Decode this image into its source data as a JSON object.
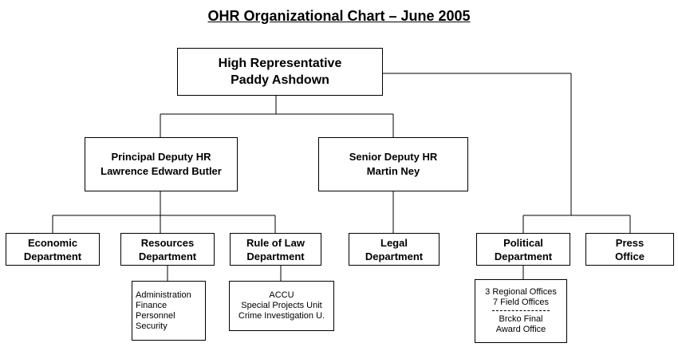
{
  "title": "OHR Organizational Chart – June 2005",
  "high_rep": {
    "role": "High Representative",
    "name": "Paddy Ashdown"
  },
  "principal_deputy": {
    "role": "Principal Deputy HR",
    "name": "Lawrence Edward Butler"
  },
  "senior_deputy": {
    "role": "Senior Deputy HR",
    "name": "Martin Ney"
  },
  "departments": {
    "economic": [
      "Economic",
      "Department"
    ],
    "resources": [
      "Resources",
      "Department"
    ],
    "rule_of_law": [
      "Rule of Law",
      "Department"
    ],
    "legal": [
      "Legal",
      "Department"
    ],
    "political": [
      "Political",
      "Department"
    ],
    "press": [
      "Press",
      "Office"
    ]
  },
  "resources_units": [
    "Administration",
    "Finance",
    "Personnel",
    "Security"
  ],
  "rule_of_law_units": [
    "ACCU",
    "Special Projects Unit",
    "Crime Investigation U."
  ],
  "political_units": {
    "offices": [
      "3 Regional Offices",
      "7 Field Offices"
    ],
    "final_award": [
      "Brcko Final",
      "Award Office"
    ]
  }
}
